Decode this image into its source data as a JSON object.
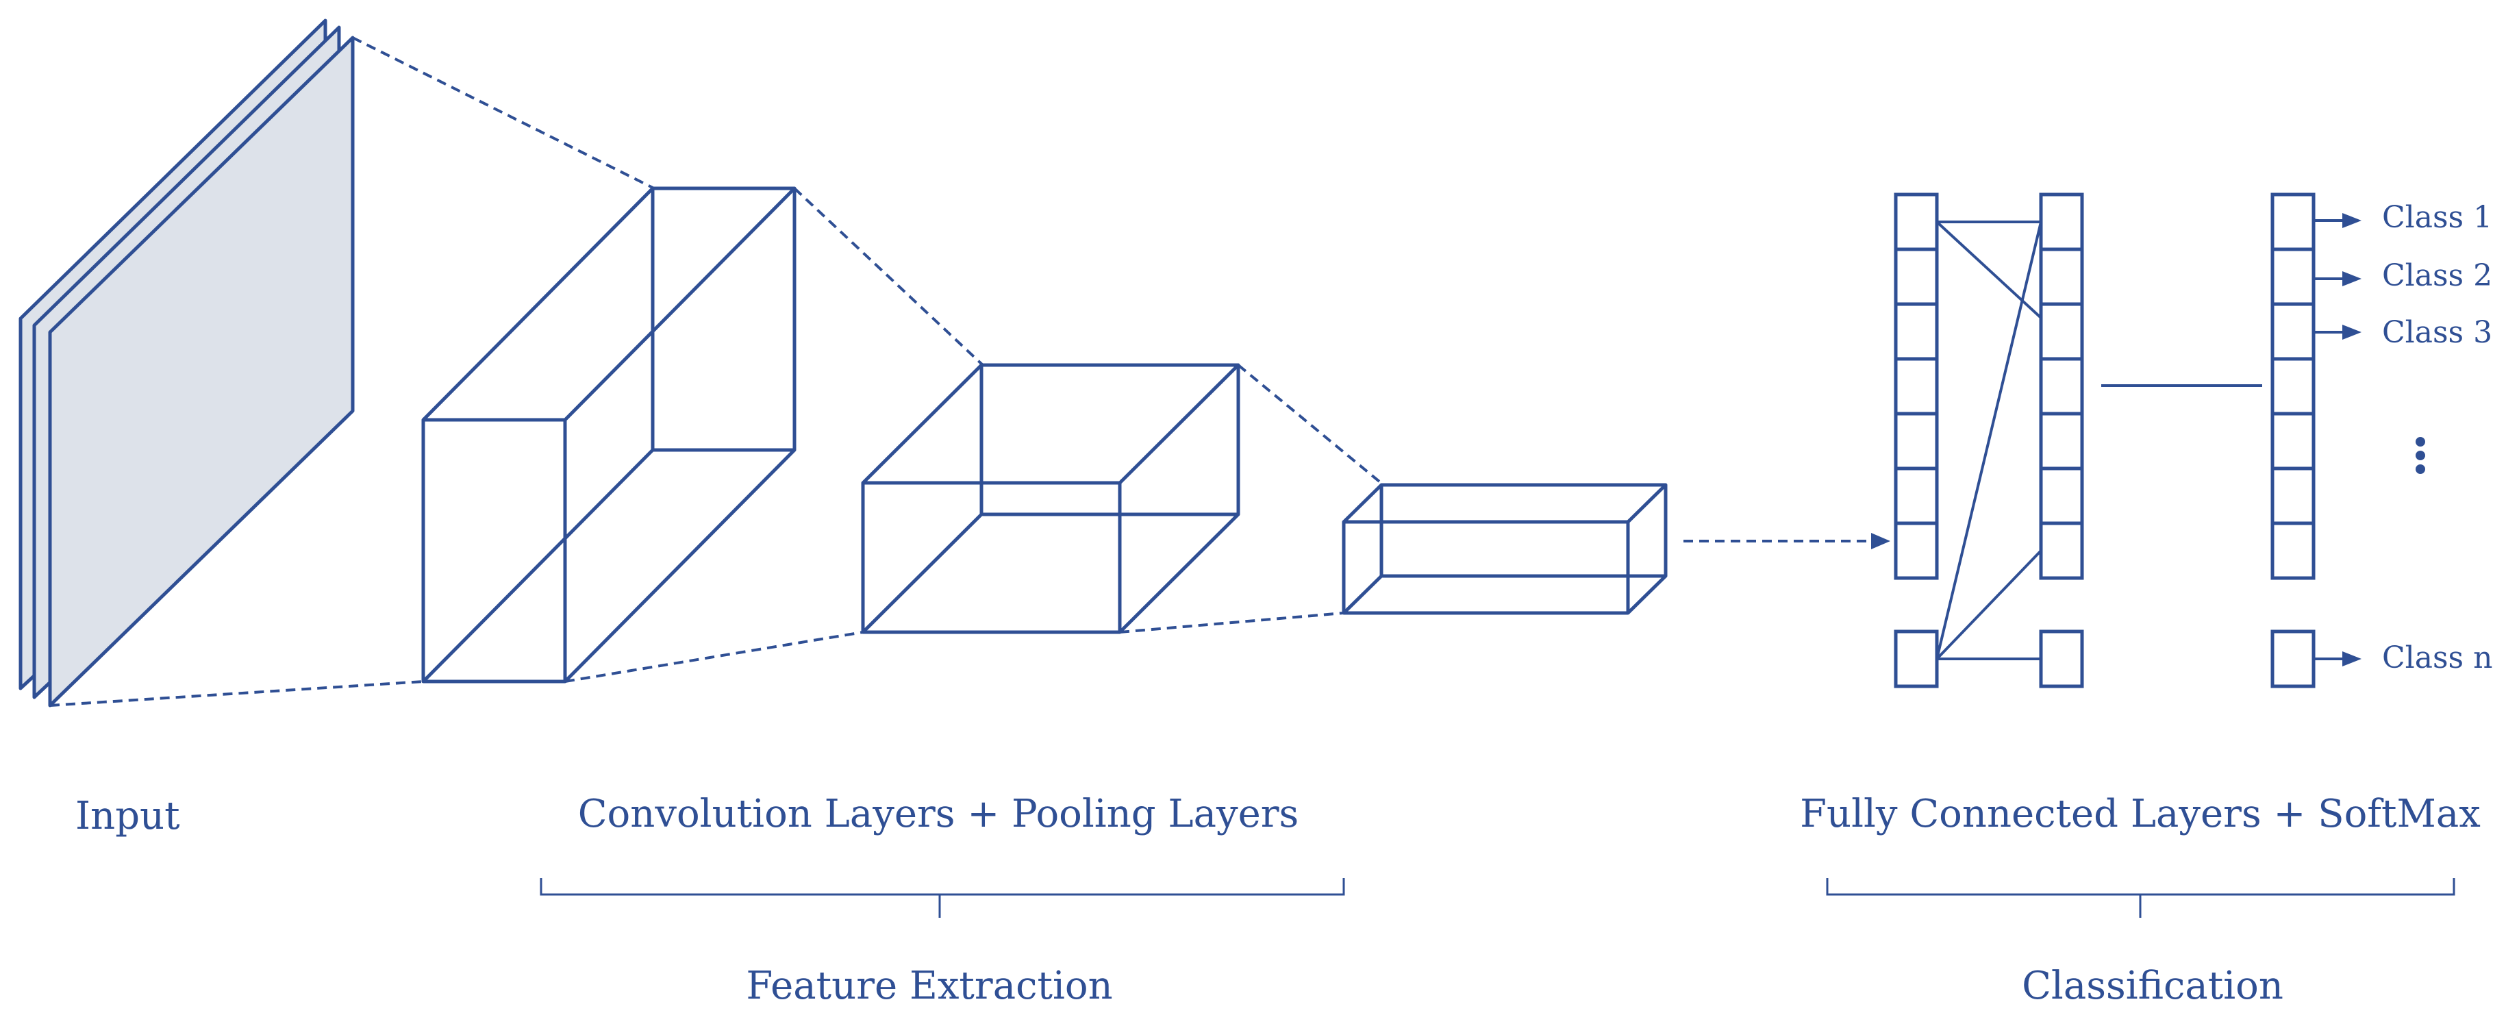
{
  "colors": {
    "stroke": "#2f4f94",
    "input_fill": "#dde2ea",
    "text": "#2f4f94",
    "background": "#ffffff"
  },
  "labels": {
    "input": "Input",
    "conv_pool": "Convolution Layers + Pooling Layers",
    "fc_softmax": "Fully Connected Layers + SoftMax",
    "feature_extraction": "Feature Extraction",
    "classification": "Classification"
  },
  "classes": [
    "Class 1",
    "Class 2",
    "Class 3",
    "Class n"
  ],
  "ellipsis_icon": "vertical-ellipsis-icon"
}
